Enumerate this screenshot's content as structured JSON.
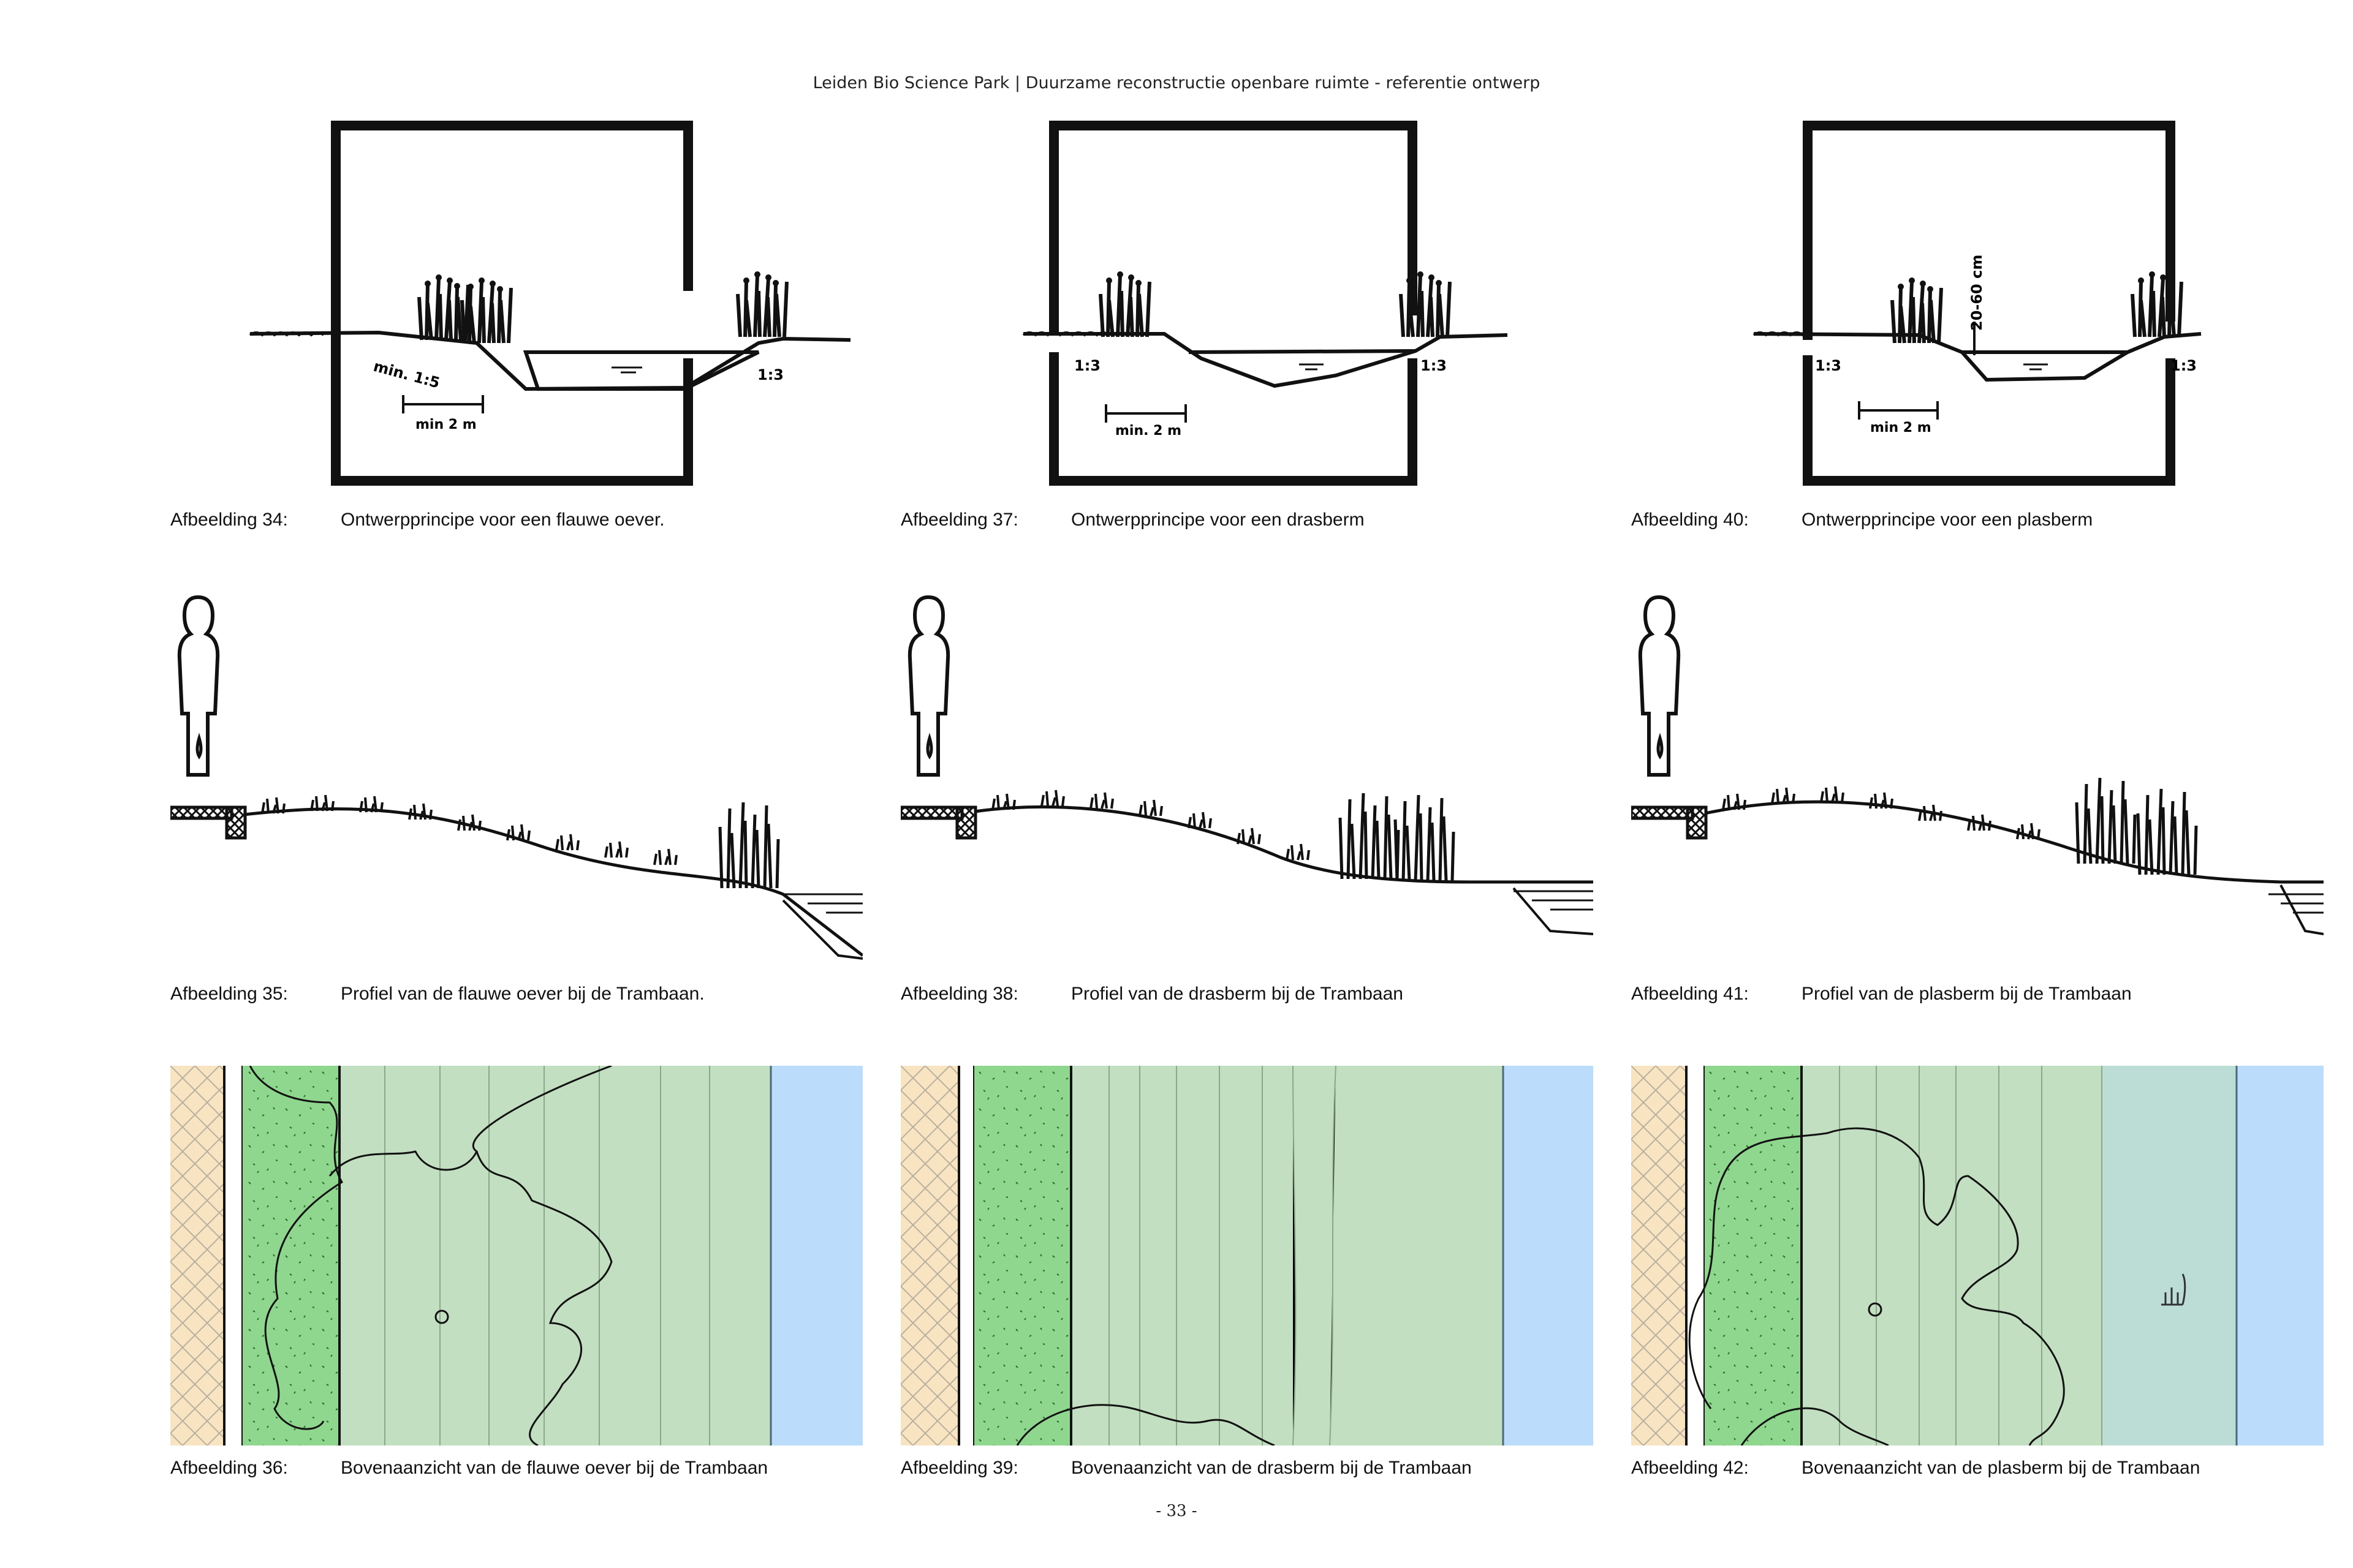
{
  "header": {
    "text": "Leiden Bio Science Park | Duurzame reconstructie openbare ruimte - referentie ontwerp"
  },
  "page_number": "- 33 -",
  "sections": [
    {
      "label": "Afbeelding 34:",
      "caption": "Ontwerpprincipe voor een flauwe oever.",
      "annotations": {
        "slope_left": "min. 1:5",
        "slope_right": "1:3",
        "width": "min 2 m"
      }
    },
    {
      "label": "Afbeelding 37:",
      "caption": "Ontwerpprincipe voor een drasberm",
      "annotations": {
        "slope_left": "1:3",
        "slope_right": "1:3",
        "width": "min. 2 m"
      }
    },
    {
      "label": "Afbeelding 40:",
      "caption": "Ontwerpprincipe voor een plasberm",
      "annotations": {
        "slope_left": "1:3",
        "slope_right": "1:3",
        "width": "min 2 m",
        "depth": "20-60 cm"
      }
    },
    {
      "label": "Afbeelding 35:",
      "caption": "Profiel van de flauwe oever bij de Trambaan."
    },
    {
      "label": "Afbeelding 38:",
      "caption": "Profiel van de drasberm bij de Trambaan"
    },
    {
      "label": "Afbeelding 41:",
      "caption": "Profiel van de plasberm bij de Trambaan"
    },
    {
      "label": "Afbeelding 36:",
      "caption": "Bovenaanzicht van de flauwe oever bij de Trambaan"
    },
    {
      "label": "Afbeelding 39:",
      "caption": "Bovenaanzicht van de drasberm bij de Trambaan"
    },
    {
      "label": "Afbeelding 42:",
      "caption": "Bovenaanzicht van de plasberm bij de Trambaan"
    }
  ],
  "colors": {
    "path_fill": "#f8e4c0",
    "verge_green": "#8fd68f",
    "bank_green": "#c3dfc1",
    "marsh_blue_green": "#bcdcd6",
    "water_blue": "#bcdcfc",
    "ink": "#111111"
  },
  "icons": [
    "person-silhouette-icon",
    "reed-vegetation-icon",
    "water-ripple-icon",
    "tree-icon",
    "reed-symbol-icon"
  ]
}
